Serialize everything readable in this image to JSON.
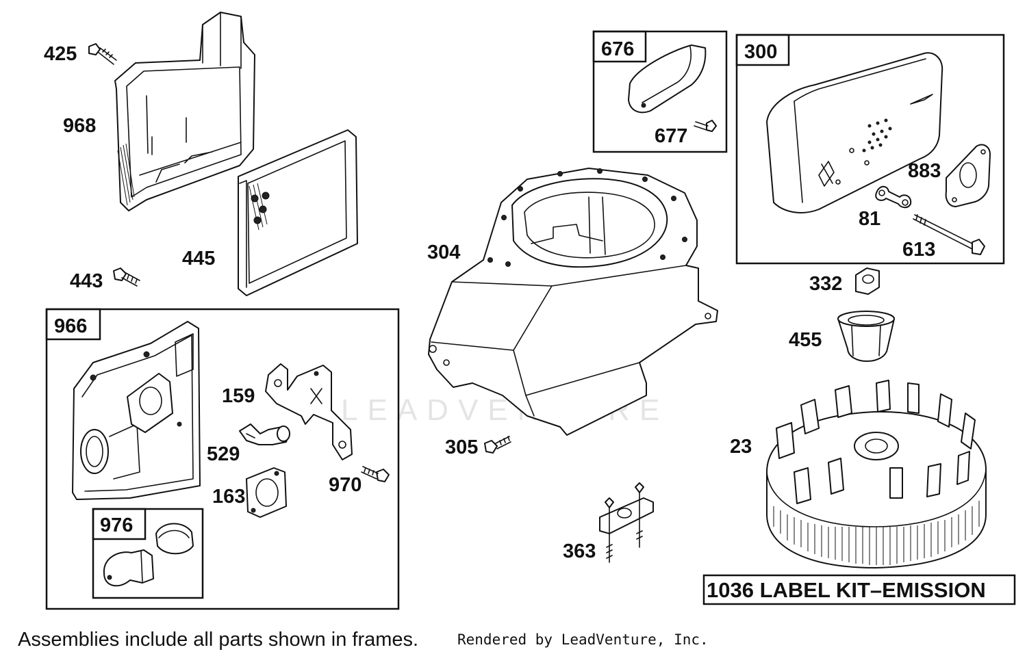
{
  "callouts": {
    "p425": "425",
    "p968": "968",
    "p445": "445",
    "p443": "443",
    "p304": "304",
    "p305": "305",
    "p363": "363",
    "p677": "677",
    "p883": "883",
    "p81": "81",
    "p613": "613",
    "p332": "332",
    "p455": "455",
    "p23": "23",
    "p159": "159",
    "p529": "529",
    "p163": "163",
    "p970": "970"
  },
  "frames": {
    "f676": "676",
    "f300": "300",
    "f966": "966",
    "f976": "976"
  },
  "kit_label": "1036 LABEL KIT–EMISSION",
  "footer": {
    "note": "Assemblies include all parts shown in frames.",
    "credit": "Rendered by LeadVenture, Inc."
  },
  "watermark": "LEADVENTURE"
}
